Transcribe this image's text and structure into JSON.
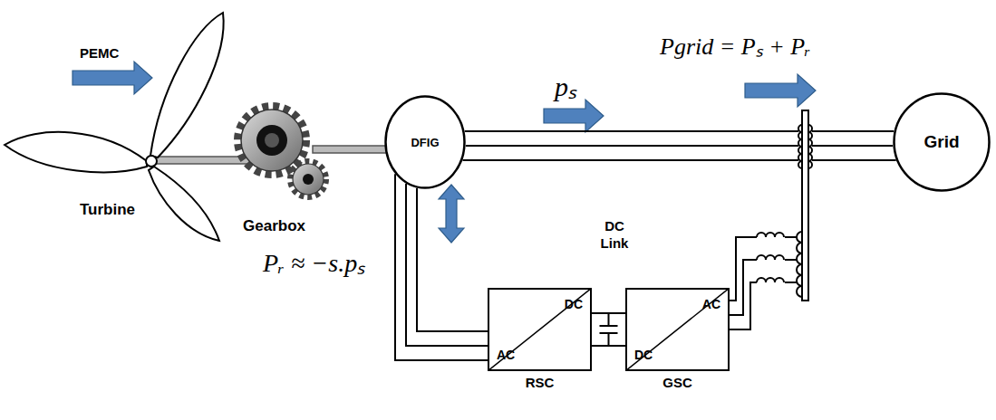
{
  "diagram": {
    "nodes": [
      {
        "text": [
          "DFIG"
        ]
      },
      {
        "text": [
          "Grid"
        ]
      },
      {
        "text": [
          "DC",
          "AC",
          "RSC"
        ]
      },
      {
        "text": [
          "AC",
          "DC",
          "GSC"
        ]
      }
    ],
    "edges": [
      {
        "from": 0,
        "to": 1,
        "arrow": "none"
      },
      {
        "from": 0,
        "to": 2,
        "arrow": "none"
      },
      {
        "from": 2,
        "to": 3,
        "label": "DC Link",
        "arrow": "none"
      },
      {
        "from": 3,
        "to": 1,
        "arrow": "none"
      }
    ],
    "labels": [
      "PEMC",
      "Turbine",
      "Gearbox",
      "pₛ",
      "Pgrid = Pₛ + Pᵣ",
      "Pᵣ ≈ −s.pₛ"
    ]
  }
}
